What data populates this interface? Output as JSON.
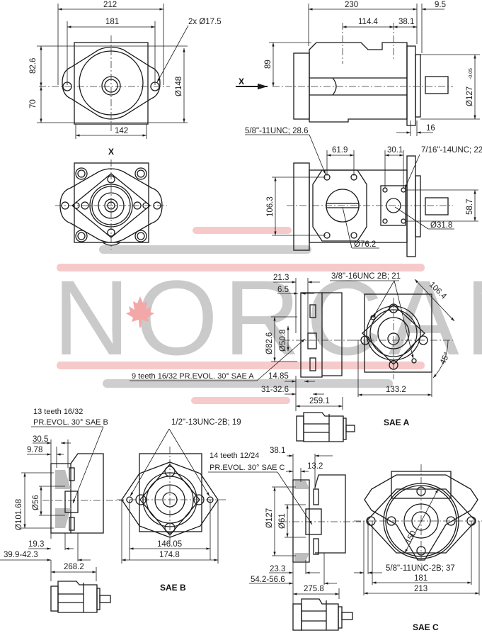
{
  "watermark": {
    "text": "NORCAN",
    "emblem": "maple-leaf",
    "colors": {
      "text": "#bdbdbd",
      "red_bar": "#f3b8b8",
      "grey_bar": "#bdbdbd",
      "leaf": "#f3a7a7"
    }
  },
  "front_view": {
    "dims": {
      "overall_width": "212",
      "bolt_spacing": "181",
      "mount_holes": "2x Ø17.5",
      "top_height": "82.6",
      "bottom_height": "70",
      "body_dia": "Ø148",
      "base_width": "142"
    }
  },
  "side_view": {
    "view_arrow": "X",
    "dims": {
      "overall_length": "230",
      "flange_offset": "9.5",
      "port_spacing": "114.4",
      "port_offset": "38.1",
      "center_height": "89",
      "pilot_dia": "Ø127",
      "pilot_tol": "-0.05",
      "flange_thickness": "16"
    }
  },
  "view_x": {
    "label": "X"
  },
  "top_view": {
    "dims": {
      "inlet_thread": "5/8\"-11UNC; 28.6",
      "inlet_bolt_spacing": "61.9",
      "outlet_bolt_spacing": "30.1",
      "outlet_thread": "7/16\"-14UNC; 22",
      "inlet_height": "106.3",
      "outlet_height": "58.7",
      "outlet_dia": "Ø31.8",
      "inlet_dia": "Ø76.2"
    }
  },
  "sae_a": {
    "title": "SAE A",
    "spline": "9 teeth 16/32 PR.EVOL. 30° SAE A",
    "dims": {
      "d1": "21.3",
      "d2": "6.5",
      "pilot": "Ø82.6",
      "bore": "Ø50.8",
      "d3": "14.85",
      "d4": "31-32.6",
      "length": "259.1",
      "thread": "3/8\"-16UNC 2B; 21",
      "diag": "106.4",
      "angle": "45°",
      "width": "133.2"
    }
  },
  "sae_b": {
    "title": "SAE B",
    "spline_line1": "13 teeth 16/32",
    "spline_line2": "PR.EVOL. 30° SAE B",
    "dims": {
      "d1": "30.5",
      "d2": "9.78",
      "pilot": "Ø101.68",
      "bore": "Ø56",
      "d3": "19.3",
      "d4": "39.9-42.3",
      "length": "268.2",
      "thread": "1/2\"-13UNC-2B; 19",
      "inner_width": "146.05",
      "outer_width": "174.8"
    }
  },
  "sae_c": {
    "title": "SAE C",
    "spline_line1": "14 teeth 12/24",
    "spline_line2": "PR.EVOL. 30° SAE C",
    "dims": {
      "d1": "38.1",
      "d2": "13.2",
      "pilot": "Ø127",
      "bore": "Ø61",
      "d3": "23.3",
      "d4": "54.2-56.6",
      "length": "275.8",
      "circle": "150",
      "thread": "5/8\"-11UNC-2B; 37",
      "inner_width": "181",
      "outer_width": "213"
    }
  }
}
